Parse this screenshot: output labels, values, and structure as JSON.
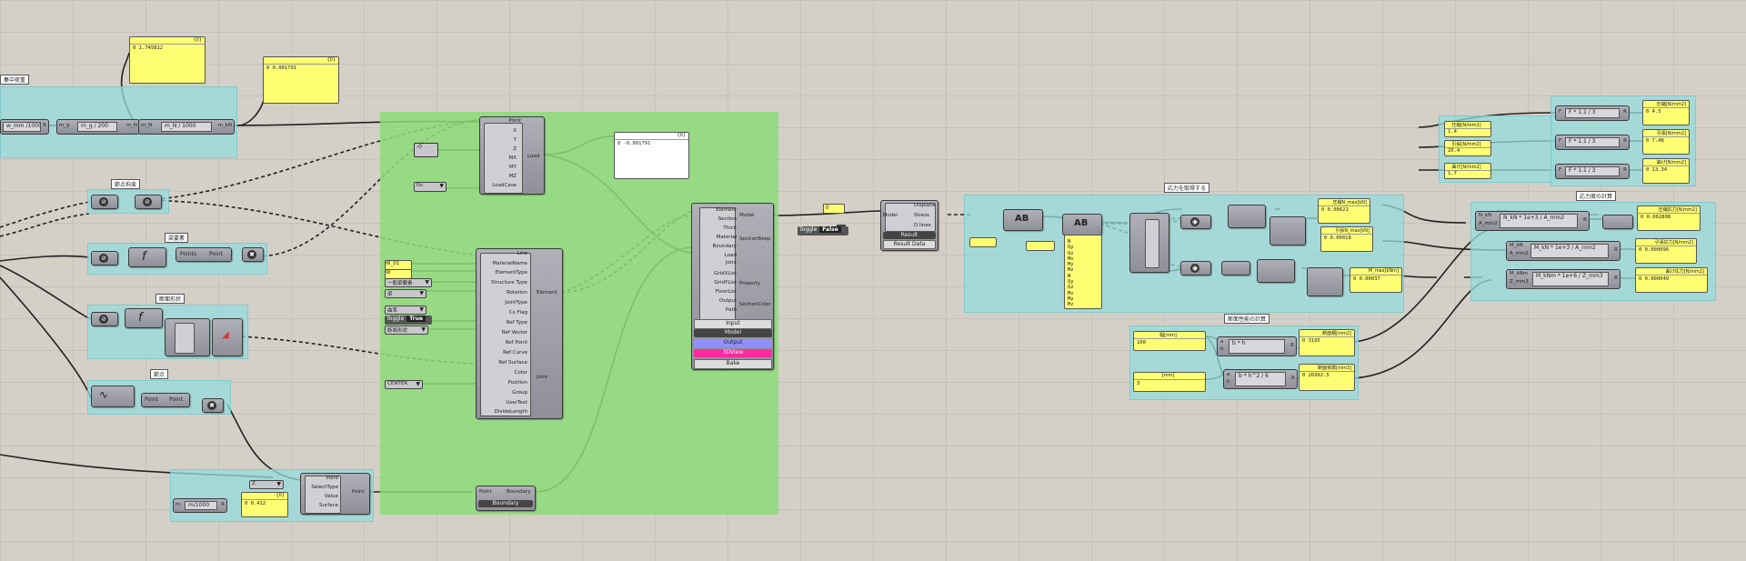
{
  "groups": {
    "left_top_label": "集中荷重",
    "g1_label": "節点拘束",
    "g2_label": "梁要素",
    "g3_label": "断面形状",
    "g4_label": "節点",
    "stress_label": "応力を取得する",
    "section_label": "断面性能の計算",
    "check_label": "応力度の計算"
  },
  "panels": {
    "p1_header": "{0}",
    "p1_value": "0 1.745812",
    "p2_header": "{0}",
    "p2_value": "0 0.001791",
    "p3_header": "{0}",
    "p3_value": "0 -0.001791",
    "p4_value": "0 0.412"
  },
  "exprs": {
    "e1": "w_mm /1000",
    "e2": "m_g / 200",
    "e3": "m_N / 1000",
    "e4": "m/1000",
    "e5": "F * 1.1 / 3",
    "e6": "F * 1.1 / 3",
    "e7": "F * 1.1 / 3",
    "e8": "N_kN * 1e+3 / A_mm2",
    "e9": "M_kN * 1e+3 / A_mm2",
    "e10": "M_kNm * 1e+6 / Z_mm3",
    "e11": "b * h",
    "e12": "b * h^2 / 6"
  },
  "load": {
    "title": "Point",
    "inputs": [
      "X",
      "Y",
      "Z",
      "MX",
      "MY",
      "MZ",
      "LoadCase"
    ],
    "output": "Load"
  },
  "beam": {
    "title": "Line",
    "inputs": [
      "Line",
      "MaterialName",
      "ElementType",
      "Structure Type",
      "Rotation",
      "JointType",
      "Cs Flag",
      "Ref Type",
      "Ref Vector",
      "Ref Point",
      "Ref Curve",
      "Ref Surface",
      "Color",
      "Position",
      "Group",
      "UserText",
      "DivideLength"
    ],
    "output_top": "Element",
    "output_bottom": "Joint"
  },
  "model": {
    "inputs": [
      "Element",
      "Section",
      "Thick",
      "Material",
      "Boundary",
      "Load",
      "Joint",
      "GridXList",
      "GridYList",
      "FloorList",
      "Output",
      "Path"
    ],
    "outputs": [
      "Model",
      "SectionBeep",
      "Property",
      "SectionColor"
    ],
    "buttons": [
      "Input",
      "Model",
      "Output",
      "3DView",
      "Bake"
    ]
  },
  "solver": {
    "inputs": [
      "Model"
    ],
    "outputs": [
      "Displace",
      "Stress",
      "D lines"
    ],
    "buttons": [
      "Result",
      "Result Data"
    ],
    "toggle_label": "Toggle",
    "toggle_value": "False"
  },
  "boundary": {
    "inputs": [
      "Point"
    ],
    "output": "Boundary",
    "button": "Boundary"
  },
  "select": {
    "inputs": [
      "Point",
      "SelectType",
      "Value",
      "Surface"
    ],
    "output": "Point"
  },
  "inputs_left": {
    "drop1": "Dc",
    "val1": "W_01",
    "val2": "W",
    "drop2": "一般梁要素",
    "drop3": "梁",
    "drop4": "曲率",
    "toggle_label": "Toggle",
    "toggle_value": "True",
    "drop5": "断面形状",
    "drop6": "CENTER",
    "drop7": "Z"
  },
  "stress_list": [
    "N",
    "Qy",
    "Qz",
    "Mx",
    "My",
    "Mz",
    "N",
    "Qy",
    "Qz",
    "Mx",
    "My",
    "Mz"
  ],
  "result_panels": [
    {
      "header": "圧縮N_max[kN]",
      "value": "0 0.00621"
    },
    {
      "header": "引張N_max[kN]",
      "value": "0 0.00018"
    },
    {
      "header": "M_max[kNm]",
      "value": "0 0.00037"
    }
  ],
  "section_panels": [
    {
      "label": "幅[mm]",
      "value": "100"
    },
    {
      "label": "[mm]",
      "value": "3"
    },
    {
      "header": "断面積[mm2]",
      "value": "0 3195"
    },
    {
      "header": "断面係数[mm3]",
      "value": "0 26992.5"
    }
  ],
  "allow_panels": [
    {
      "label": "圧縮[N/mm2]",
      "value": "1.4"
    },
    {
      "label": "引張[N/mm2]",
      "value": "20.4"
    },
    {
      "label": "曲げ[N/mm2]",
      "value": "1.7"
    }
  ],
  "allow_results": [
    {
      "header": "圧縮[N/mm2]",
      "value": "0 4.5"
    },
    {
      "header": "引張[N/mm2]",
      "value": "0 7.48"
    },
    {
      "header": "曲げ[N/mm2]",
      "value": "0 13.34"
    }
  ],
  "stress_results": [
    {
      "header": "圧縮応力[N/mm2]",
      "value": "0 0.002808"
    },
    {
      "header": "引張応力[N/mm2]",
      "value": "0 0.000096"
    },
    {
      "header": "曲げ応力[N/mm2]",
      "value": "0 0.000049"
    }
  ],
  "colors": {
    "output_btn": "#9090ff",
    "view_btn": "#ff2aa0",
    "green_group": "#8edc78",
    "cyan_group": "#96dcde"
  }
}
